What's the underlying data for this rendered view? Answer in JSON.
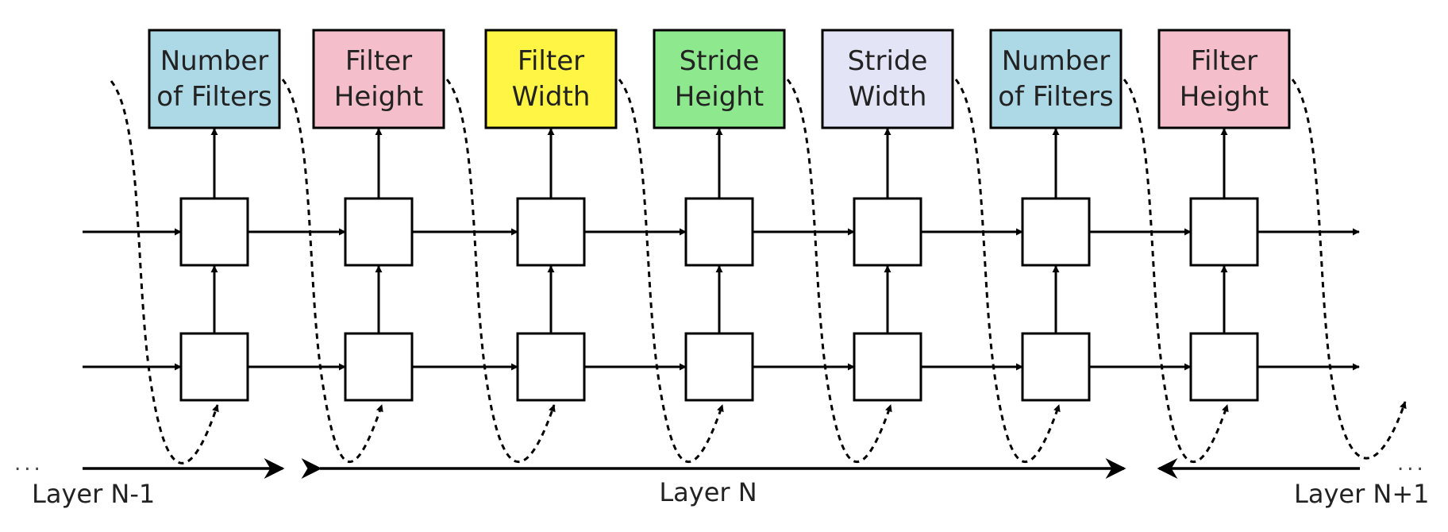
{
  "params": [
    {
      "line1": "Number",
      "line2": "of Filters",
      "color": "#add8e6"
    },
    {
      "line1": "Filter",
      "line2": "Height",
      "color": "#f4bfcb"
    },
    {
      "line1": "Filter",
      "line2": "Width",
      "color": "#fff544"
    },
    {
      "line1": "Stride",
      "line2": "Height",
      "color": "#8ee88e"
    },
    {
      "line1": "Stride",
      "line2": "Width",
      "color": "#e4e4f7"
    },
    {
      "line1": "Number",
      "line2": "of Filters",
      "color": "#add8e6"
    },
    {
      "line1": "Filter",
      "line2": "Height",
      "color": "#f4bfcb"
    }
  ],
  "layers": {
    "prev": "Layer N-1",
    "current": "Layer N",
    "next": "Layer N+1",
    "ellipsis": "..."
  }
}
